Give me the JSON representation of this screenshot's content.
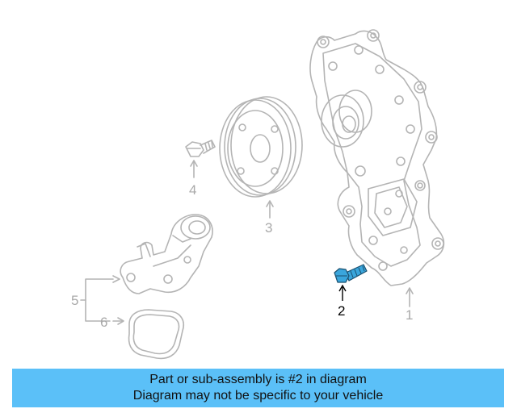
{
  "diagram": {
    "callouts": [
      {
        "id": "1",
        "label": "1",
        "highlighted": false
      },
      {
        "id": "2",
        "label": "2",
        "highlighted": true
      },
      {
        "id": "3",
        "label": "3",
        "highlighted": false
      },
      {
        "id": "4",
        "label": "4",
        "highlighted": false
      },
      {
        "id": "5",
        "label": "5",
        "highlighted": false
      },
      {
        "id": "6",
        "label": "6",
        "highlighted": false
      }
    ],
    "colors": {
      "line": "#b4b4b4",
      "highlight_fill": "#3aa6dc",
      "highlight_stroke": "#1a4f6e",
      "banner_bg": "#5bc0f8"
    }
  },
  "banner": {
    "line1": "Part or sub-assembly is #2 in diagram",
    "line2": "Diagram may not be specific to your vehicle"
  }
}
